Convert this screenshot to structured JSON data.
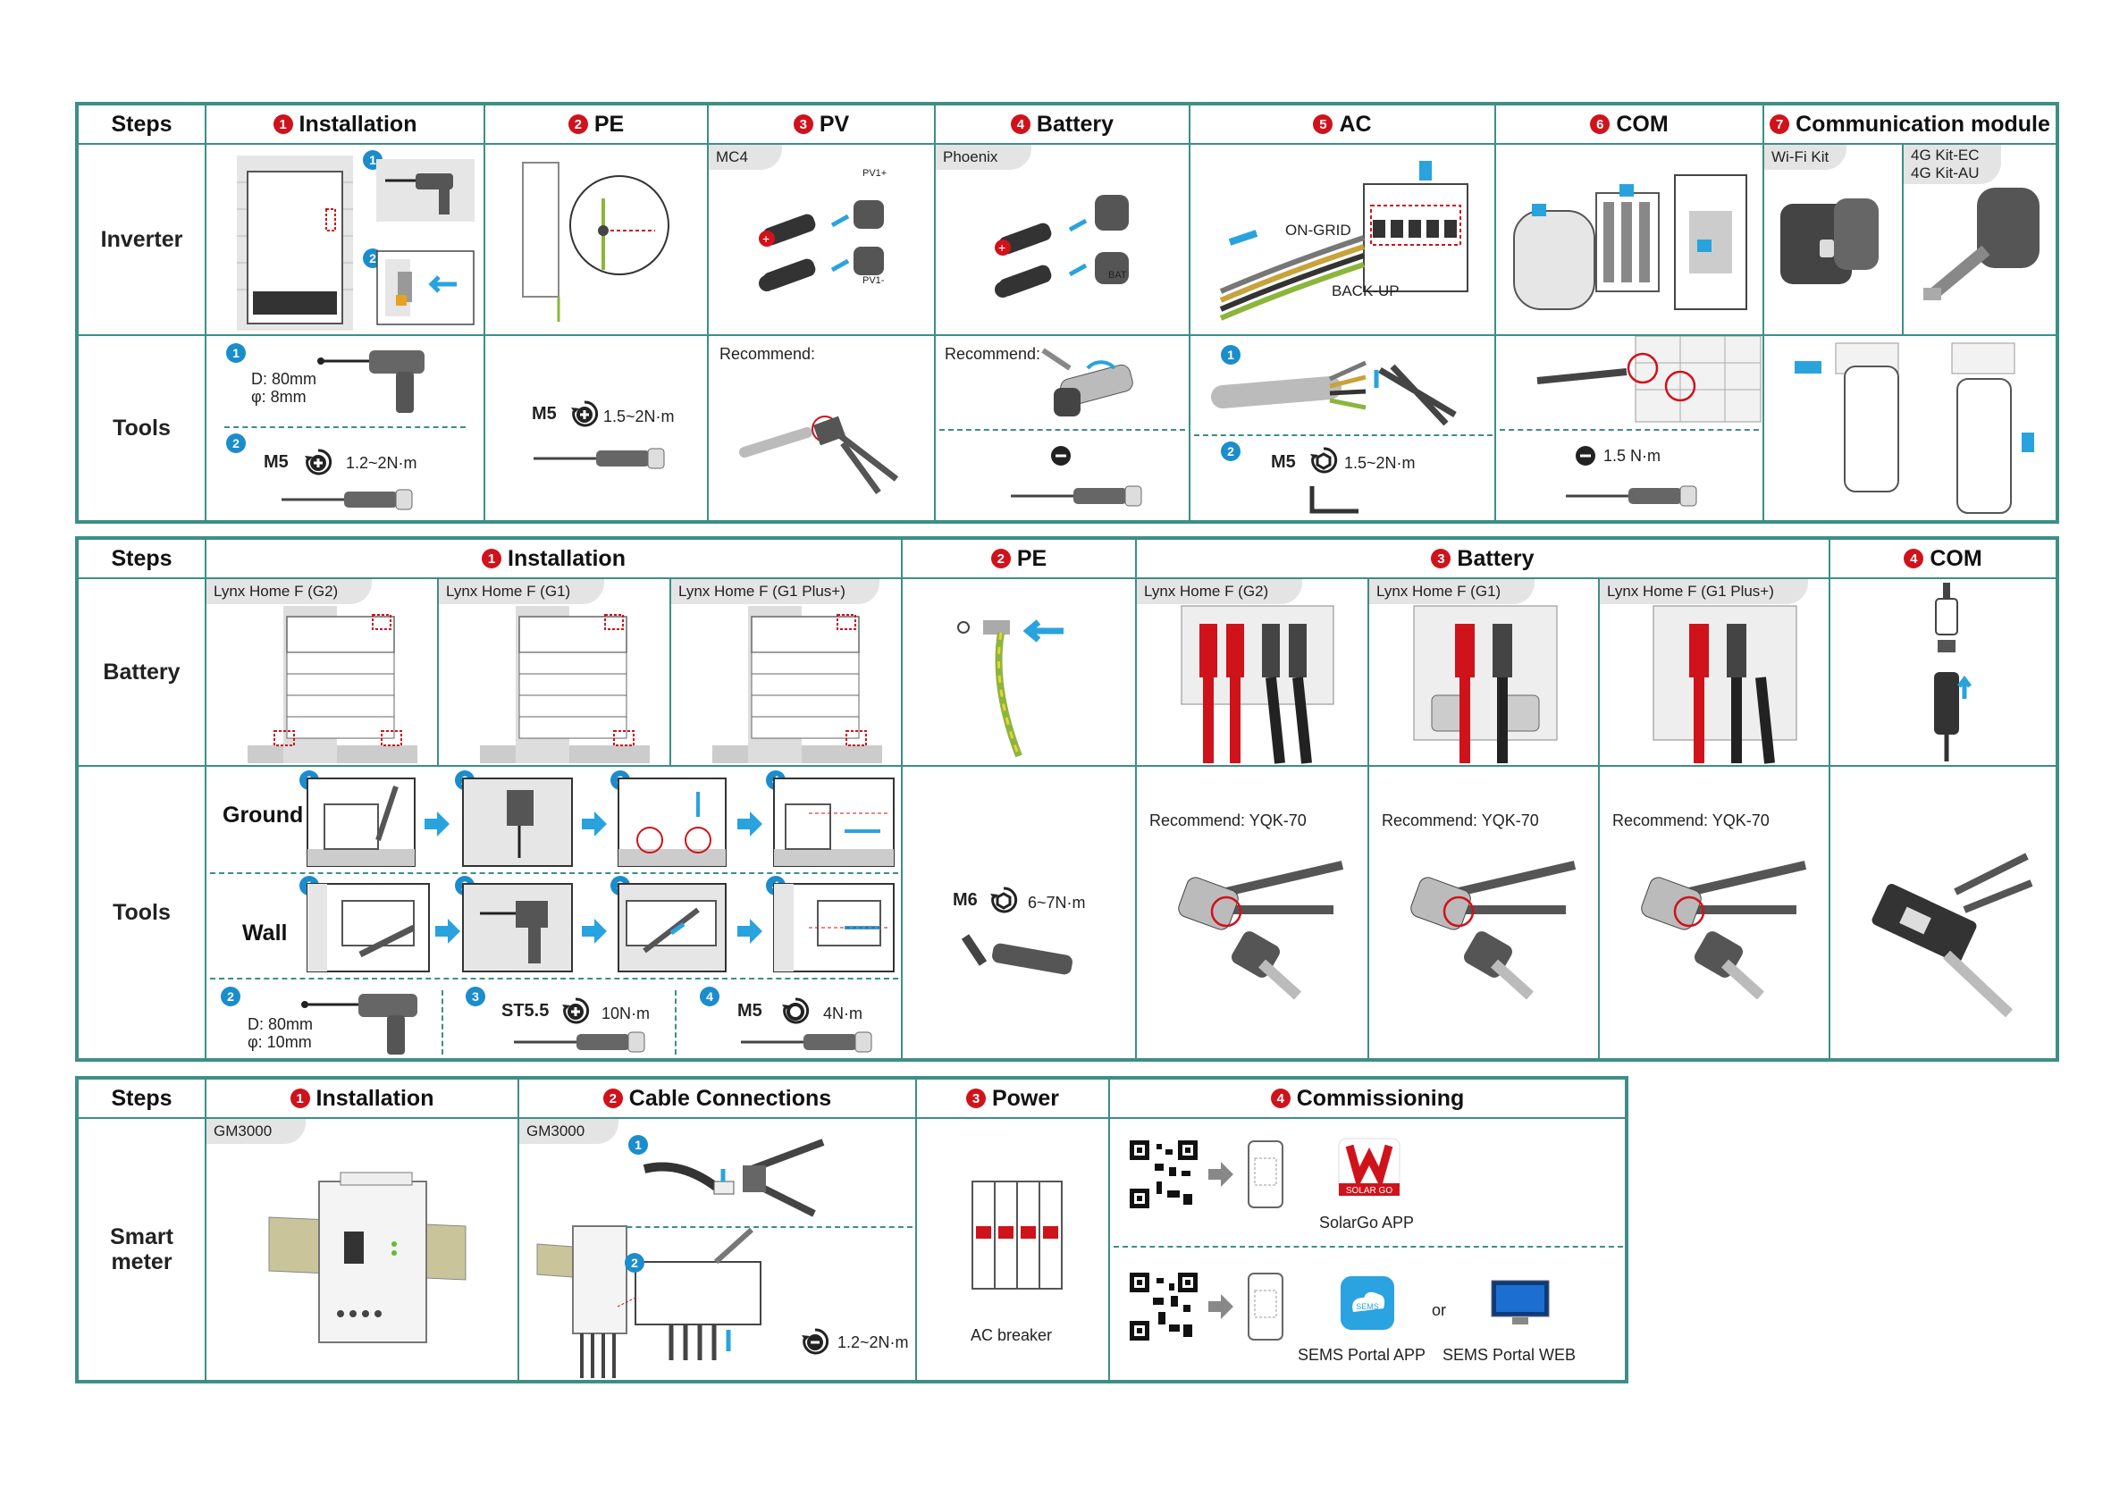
{
  "t1": {
    "steps": "Steps",
    "row1": "Inverter",
    "row2": "Tools",
    "headers": [
      {
        "n": "1",
        "label": "Installation"
      },
      {
        "n": "2",
        "label": "PE"
      },
      {
        "n": "3",
        "label": "PV"
      },
      {
        "n": "4",
        "label": "Battery"
      },
      {
        "n": "5",
        "label": "AC"
      },
      {
        "n": "6",
        "label": "COM"
      },
      {
        "n": "7",
        "label": "Communication module"
      }
    ],
    "pv_tag": "MC4",
    "pv_plus": "PV1+",
    "pv_minus": "PV1-",
    "bat_tag": "Phoenix",
    "bat_lbl": "BAT",
    "ac_on": "ON-GRID",
    "ac_back": "BACK-UP",
    "wifi": "Wi-Fi Kit",
    "kit_ec": "4G Kit-EC",
    "kit_au": "4G Kit-AU",
    "drill_d": "D: 80mm",
    "drill_phi": "φ: 8mm",
    "inst_m": "M5",
    "inst_torque": "1.2~2N·m",
    "pe_m": "M5",
    "pe_torque": "1.5~2N·m",
    "recommend": "Recommend:",
    "ac_m": "M5",
    "ac_torque": "1.5~2N·m",
    "com_torque": "1.5 N·m"
  },
  "t2": {
    "steps": "Steps",
    "row1": "Battery",
    "row2": "Tools",
    "headers": [
      {
        "n": "1",
        "label": "Installation"
      },
      {
        "n": "2",
        "label": "PE"
      },
      {
        "n": "3",
        "label": "Battery"
      },
      {
        "n": "4",
        "label": "COM"
      }
    ],
    "models": [
      "Lynx Home F (G2)",
      "Lynx Home F (G1)",
      "Lynx Home F (G1 Plus+)"
    ],
    "ground": "Ground",
    "wall": "Wall",
    "drill_d": "D: 80mm",
    "drill_phi": "φ: 10mm",
    "st_m": "ST5.5",
    "st_torque": "10N·m",
    "m5": "M5",
    "m5_torque": "4N·m",
    "pe_m": "M6",
    "pe_torque": "6~7N·m",
    "recommend": "Recommend: YQK-70"
  },
  "t3": {
    "steps": "Steps",
    "row1": "Smart meter",
    "headers": [
      {
        "n": "1",
        "label": "Installation"
      },
      {
        "n": "2",
        "label": "Cable Connections"
      },
      {
        "n": "3",
        "label": "Power"
      },
      {
        "n": "4",
        "label": "Commissioning"
      }
    ],
    "tag": "GM3000",
    "torque": "1.2~2N·m",
    "breaker": "AC breaker",
    "app1": "SolarGo APP",
    "app2": "SEMS Portal APP",
    "or": "or",
    "web": "SEMS Portal WEB",
    "logo_text": "SOLAR GO",
    "sems_text": "SEMS"
  },
  "colors": {
    "border": "#3c8f86",
    "red": "#d0121b",
    "blue": "#1b8ccc",
    "arrow": "#29a3dd"
  }
}
